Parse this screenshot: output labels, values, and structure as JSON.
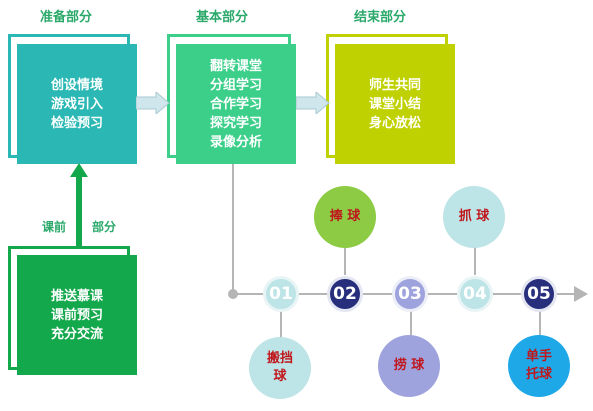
{
  "headings": {
    "prep": "准备部分",
    "basic": "基本部分",
    "end": "结束部分",
    "pre_class_left": "课前",
    "pre_class_right": "部分"
  },
  "boxes": {
    "prep": [
      "创设情境",
      "游戏引入",
      "检验预习"
    ],
    "basic": [
      "翻转课堂",
      "分组学习",
      "合作学习",
      "探究学习",
      "录像分析"
    ],
    "end": [
      "师生共同",
      "课堂小结",
      "身心放松"
    ],
    "pre_class": [
      "推送慕课",
      "课前预习",
      "充分交流"
    ]
  },
  "steps": [
    "01",
    "02",
    "03",
    "04",
    "05"
  ],
  "skills": {
    "top_1": "捧 球",
    "top_2": "抓 球",
    "bottom_1": [
      "搬挡",
      "球"
    ],
    "bottom_2": "捞 球",
    "bottom_3": [
      "单手",
      "托球"
    ]
  },
  "colors": {
    "teal": "#2bb8b4",
    "green": "#3ccf8a",
    "lime": "#bfd100",
    "dark_green": "#14a84c",
    "navy": "#272f7d",
    "lavender": "#9ea3dd",
    "pale_teal": "#bde4e6",
    "light_green": "#8dcb45",
    "light_blue": "#1ea8e8"
  }
}
